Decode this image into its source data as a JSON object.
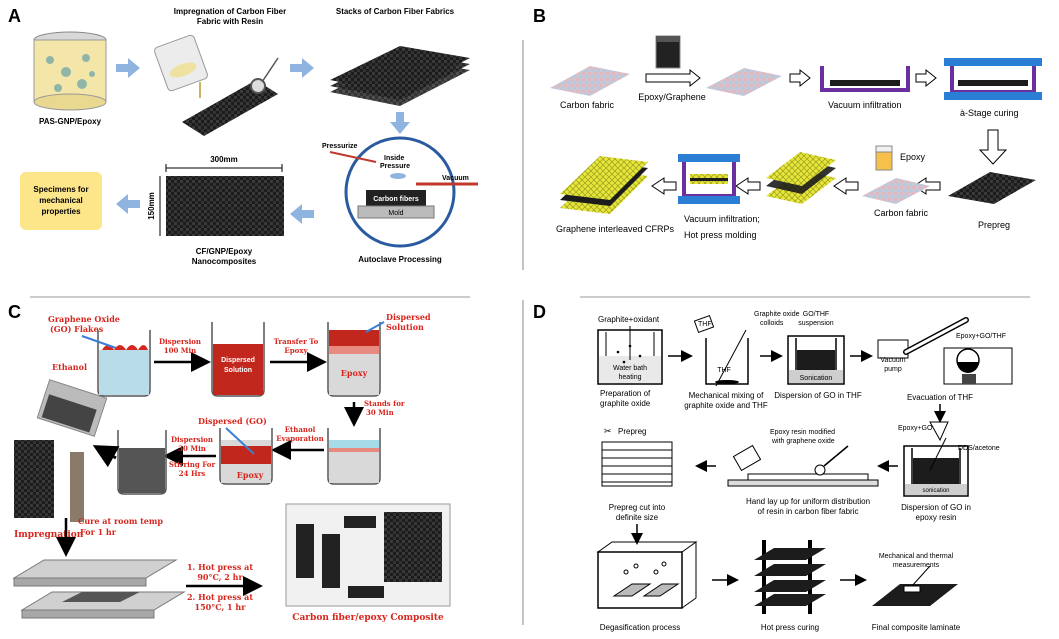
{
  "colors": {
    "arrow_blue": "#8fb4e0",
    "carbon_dark": "#1c1c1c",
    "red_label": "#d7261e",
    "yellow_box": "#fde58a",
    "purple_mold": "#6b2fa0",
    "blue_plate": "#2a7fd4",
    "graphene_yellow": "#e6e63a"
  },
  "panels": {
    "A": {
      "letter": "A",
      "labels": {
        "pas": "PAS-GNP/Epoxy",
        "impreg_1": "Impregnation of Carbon Fiber",
        "impreg_2": "Fabric with Resin",
        "stacks": "Stacks of Carbon Fiber Fabrics",
        "pressurize": "Pressurize",
        "inside_1": "Inside",
        "inside_2": "Pressure",
        "vacuum": "Vacuum",
        "carbon_fibers": "Carbon fibers",
        "mold": "Mold",
        "autoclave": "Autoclave Processing",
        "dim_w": "300mm",
        "dim_h": "150mm",
        "cf_1": "CF/GNP/Epoxy",
        "cf_2": "Nanocomposites",
        "spec_1": "Specimens for",
        "spec_2": "mechanical",
        "spec_3": "properties"
      }
    },
    "B": {
      "letter": "B",
      "labels": {
        "carbon_fabric": "Carbon fabric",
        "epoxy_graphene": "Epoxy/Graphene",
        "vacuum_infiltration": "Vacuum infiltration",
        "stage_curing": "à-Stage curing",
        "prepreg": "Prepreg",
        "carbon_fabric_2": "Carbon fabric",
        "epoxy": "Epoxy",
        "vi_hot_1": "Vacuum infiltration;",
        "vi_hot_2": "Hot press molding",
        "graphene_cfrp": "Graphene interleaved CFRPs"
      }
    },
    "C": {
      "letter": "C",
      "labels": {
        "go_1": "Graphene Oxide",
        "go_2": "(GO) Flakes",
        "ethanol": "Ethanol",
        "dispersion_1": "Dispersion",
        "dispersion_2": "100 Min",
        "dispersed_sol_1": "Dispersed",
        "dispersed_sol_2": "Solution",
        "transfer_1": "Transfer To",
        "transfer_2": "Epoxy",
        "dispersed_r_1": "Dispersed",
        "dispersed_r_2": "Solution",
        "epoxy_beaker": "Epoxy",
        "stands_1": "Stands for",
        "stands_2": "30 Min",
        "ethanol_evap_1": "Ethanol",
        "ethanol_evap_2": "Evaporation",
        "dispersed_go": "Dispersed (GO)",
        "disp30_1": "Dispersion",
        "disp30_2": "30 Min",
        "stirring_1": "Stirring For",
        "stirring_2": "24 Hrs",
        "epoxy_lower": "Epoxy",
        "impregnation": "Impregnation",
        "cure_1": "Cure at room temp",
        "cure_2": "For 1 hr",
        "hp1_1": "1. Hot press at",
        "hp1_2": "90°C, 2 hr",
        "hp2_1": "2. Hot press at",
        "hp2_2": "150°C, 1 hr",
        "composite": "Carbon fiber/epoxy Composite"
      }
    },
    "D": {
      "letter": "D",
      "labels": {
        "graphite_oxidant": "Graphite+oxidant",
        "thf": "THF",
        "go_colloids_1": "Graphite oxide",
        "go_colloids_2": "colloids",
        "go_thf_1": "GO/THF",
        "go_thf_2": "suspension",
        "epoxy_go_thf": "Epoxy+GO/THF",
        "water_bath_1": "Water bath",
        "water_bath_2": "heating",
        "thf_inside": "THF",
        "sonication": "Sonication",
        "vacuum_pump_1": "Vacuum",
        "vacuum_pump_2": "pump",
        "prep_go_1": "Preparation of",
        "prep_go_2": "graphite oxide",
        "mech_mix_1": "Mechanical mixing of",
        "mech_mix_2": "graphite oxide and THF",
        "dispersion_thf": "Dispersion of GO in THF",
        "evap_thf": "Evacuation of THF",
        "prepreg": "Prepreg",
        "epoxy_mod_1": "Epoxy resin modified",
        "epoxy_mod_2": "with graphene oxide",
        "epoxy_go": "Epoxy+GO",
        "dds": "DDS/acetone",
        "sonication_2": "sonication",
        "prepreg_cut_1": "Prepreg cut into",
        "prepreg_cut_2": "definite size",
        "hand_layup_1": "Hand lay up for uniform distribution",
        "hand_layup_2": "of resin in carbon fiber fabric",
        "disp_epoxy_1": "Dispersion of GO in",
        "disp_epoxy_2": "epoxy resin",
        "mech_thermal_1": "Mechanical and thermal",
        "mech_thermal_2": "measurements",
        "degas": "Degasification process",
        "hot_press": "Hot press curing",
        "final": "Final composite laminate"
      }
    }
  }
}
